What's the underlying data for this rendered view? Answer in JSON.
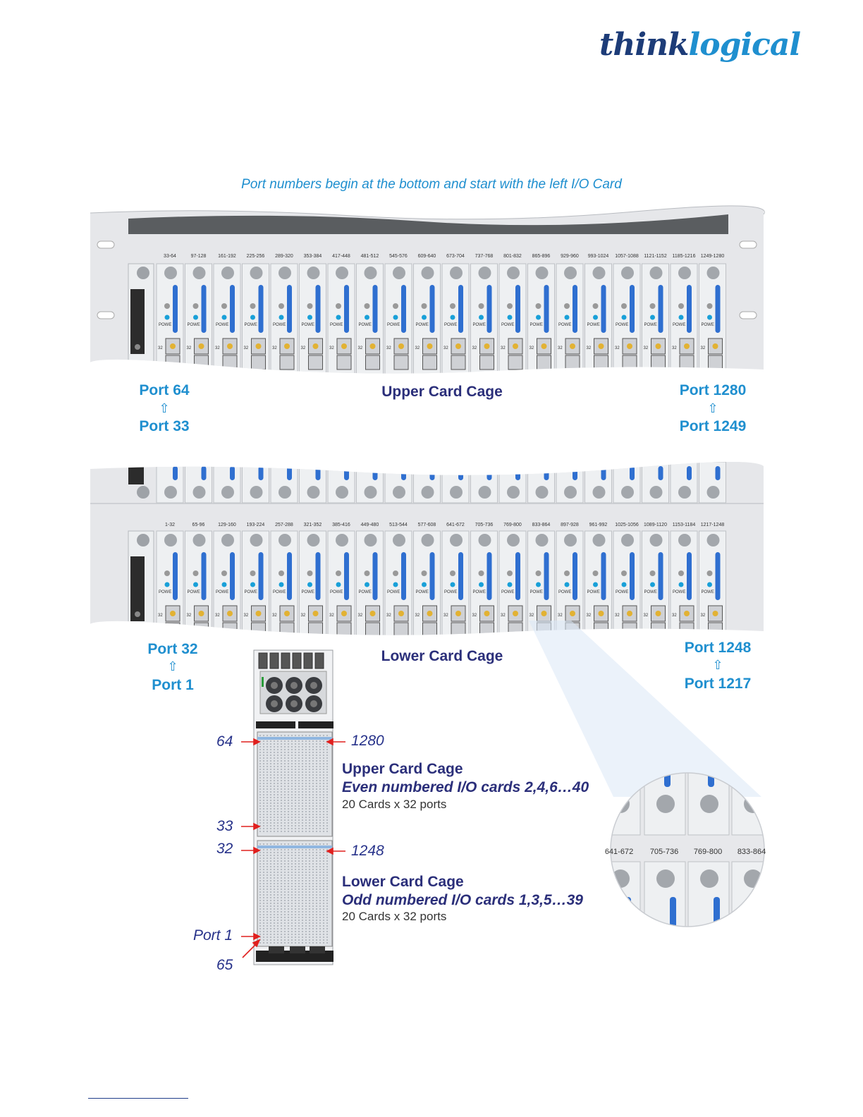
{
  "brand": {
    "part1": "think",
    "part2": "logical"
  },
  "caption": "Port numbers begin at the bottom and start with the left I/O Card",
  "upper_cage": {
    "title": "Upper Card Cage",
    "left_top": "Port 64",
    "left_bottom": "Port 33",
    "right_top": "Port 1280",
    "right_bottom": "Port 1249",
    "arrow": "⇧",
    "slot_labels": [
      "33-64",
      "97-128",
      "161-192",
      "225-256",
      "289-320",
      "353-384",
      "417-448",
      "481-512",
      "545-576",
      "609-640",
      "673-704",
      "737-768",
      "801-832",
      "865-896",
      "929-960",
      "993-1024",
      "1057-1088",
      "1121-1152",
      "1185-1216",
      "1249-1280"
    ]
  },
  "lower_cage": {
    "title": "Lower Card Cage",
    "left_top": "Port 32",
    "left_bottom": "Port 1",
    "right_top": "Port 1248",
    "right_bottom": "Port 1217",
    "arrow": "⇧",
    "slot_labels": [
      "1-32",
      "65-96",
      "129-160",
      "193-224",
      "257-288",
      "321-352",
      "385-416",
      "449-480",
      "513-544",
      "577-608",
      "641-672",
      "705-736",
      "769-800",
      "833-864",
      "897-928",
      "961-992",
      "1025-1056",
      "1089-1120",
      "1153-1184",
      "1217-1248"
    ]
  },
  "card_text": {
    "power": "POWE",
    "port_count": "32"
  },
  "chassis": {
    "labels": {
      "l64": "64",
      "l33": "33",
      "l32": "32",
      "lport1": "Port 1",
      "l65": "65",
      "r1280": "1280",
      "r1248": "1248"
    },
    "upper": {
      "title": "Upper Card Cage",
      "subtitle": "Even numbered I/O cards 2,4,6…40",
      "detail": "20 Cards x 32 ports"
    },
    "lower": {
      "title": "Lower Card Cage",
      "subtitle": "Odd numbered I/O cards 1,3,5…39",
      "detail": "20 Cards x 32 ports"
    }
  },
  "zoom": {
    "labels": [
      "641-672",
      "705-736",
      "769-800",
      "833-864"
    ]
  },
  "colors": {
    "brand_navy": "#1d3c78",
    "brand_blue": "#1f8fcf",
    "caption_blue": "#1f8fcf",
    "cage_title": "#2b2f7a",
    "pointer_red": "#e0201e",
    "card_blue": "#2f6fd0"
  }
}
